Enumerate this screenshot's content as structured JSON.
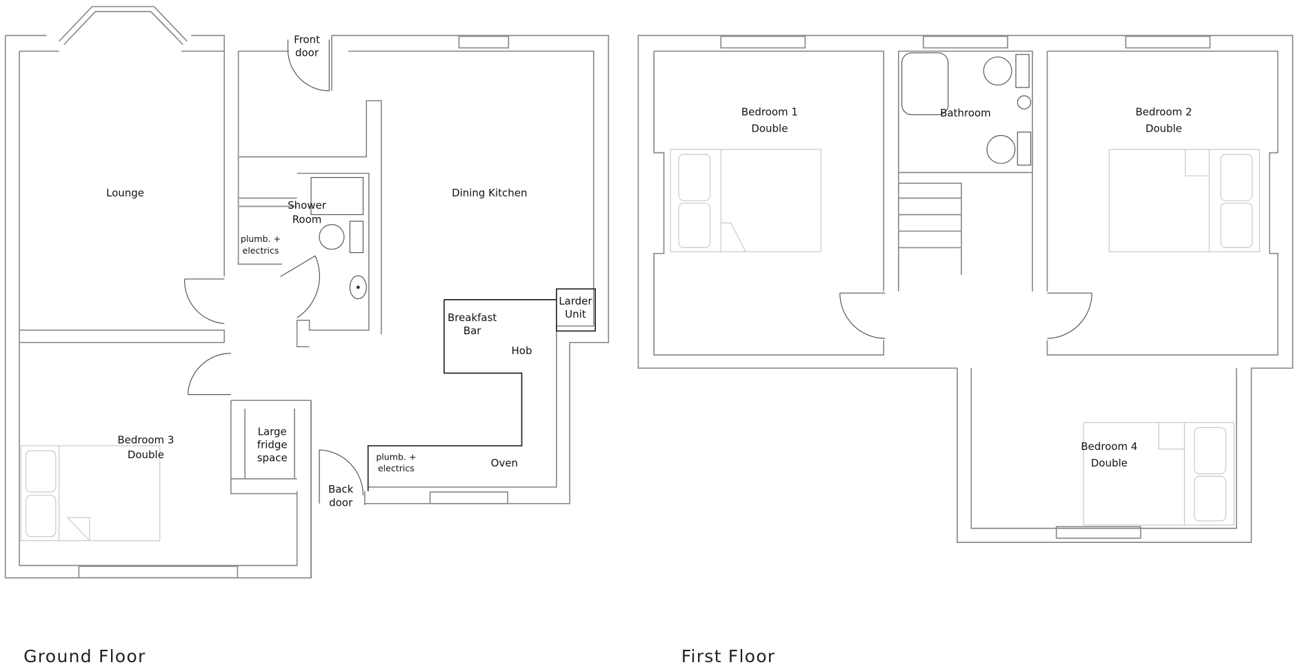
{
  "ground_floor": {
    "title": "Ground Floor",
    "rooms": {
      "lounge": "Lounge",
      "dining_kitchen": "Dining Kitchen",
      "shower_room": [
        "Shower",
        "Room"
      ],
      "plumb_electrics_1": [
        "plumb. +",
        "electrics"
      ],
      "front_door": [
        "Front",
        "door"
      ],
      "breakfast_bar": [
        "Breakfast",
        "Bar"
      ],
      "larder_unit": [
        "Larder",
        "Unit"
      ],
      "hob": "Hob",
      "bedroom_3": [
        "Bedroom 3",
        "Double"
      ],
      "fridge": [
        "Large",
        "fridge",
        "space"
      ],
      "back_door": [
        "Back",
        "door"
      ],
      "plumb_electrics_2": [
        "plumb. +",
        "electrics"
      ],
      "oven": "Oven"
    }
  },
  "first_floor": {
    "title": "First Floor",
    "rooms": {
      "bedroom_1": [
        "Bedroom 1",
        "Double"
      ],
      "bathroom": "Bathroom",
      "bedroom_2": [
        "Bedroom 2",
        "Double"
      ],
      "bedroom_4": [
        "Bedroom 4",
        "Double"
      ]
    }
  }
}
